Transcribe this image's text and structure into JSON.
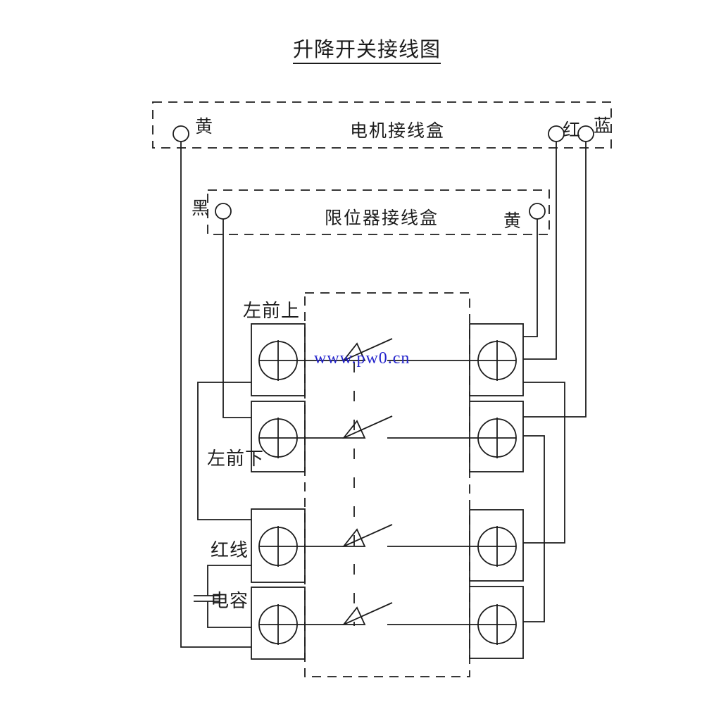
{
  "title": "升降开关接线图",
  "watermark": "www.pw0.cn",
  "colors": {
    "line": "#1c1c1c",
    "watermark": "#2424cc",
    "background": "#ffffff"
  },
  "motor_box": {
    "label": "电机接线盒",
    "terminals": [
      {
        "id": "yellow",
        "label": "黄"
      },
      {
        "id": "red",
        "label": "红"
      },
      {
        "id": "blue",
        "label": "蓝"
      }
    ]
  },
  "limiter_box": {
    "label": "限位器接线盒",
    "terminals": [
      {
        "id": "black",
        "label": "黑"
      },
      {
        "id": "yellow",
        "label": "黄"
      }
    ]
  },
  "switch_unit": {
    "rows": 4,
    "poles_per_row": 2,
    "row_labels": [
      {
        "row": 1,
        "label": "左前上"
      },
      {
        "row": 2,
        "label": "左前下"
      },
      {
        "row": 3,
        "label": "红线"
      },
      {
        "row": 4,
        "label": "电容"
      }
    ]
  },
  "connections": [
    {
      "from": "motor_box.yellow",
      "to": "switch.row4.left"
    },
    {
      "from": "motor_box.red",
      "to": "switch.row1.right"
    },
    {
      "from": "motor_box.blue",
      "to": "switch.row2.right"
    },
    {
      "from": "limiter_box.black",
      "to": "switch.row2.left"
    },
    {
      "from": "limiter_box.yellow",
      "to": "switch.row1.right"
    },
    {
      "from": "switch.row1.left",
      "to": "switch.row3.left"
    },
    {
      "from": "switch.row1.right",
      "to": "switch.row3.right"
    },
    {
      "from": "switch.row2.right",
      "to": "switch.row4.right"
    },
    {
      "from": "switch.row3.left",
      "to": "switch.row4.left",
      "via": "capacitor"
    }
  ]
}
